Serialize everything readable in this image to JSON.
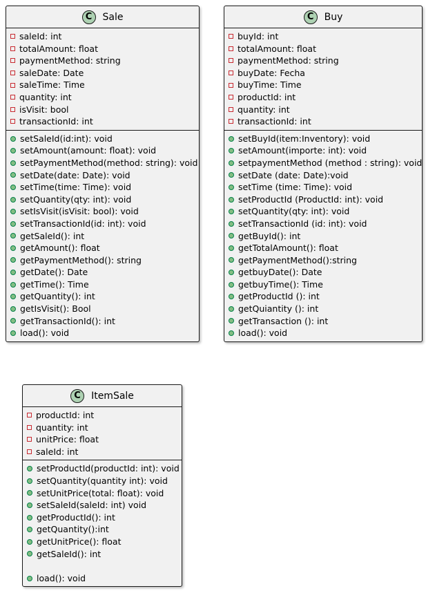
{
  "classes": [
    {
      "id": "sale",
      "stereotype_letter": "C",
      "name": "Sale",
      "fields": [
        "saleId: int",
        "totalAmount: float",
        "paymentMethod: string",
        "saleDate: Date",
        "saleTime: Time",
        "quantity: int",
        "isVisit: bool",
        "transactionId: int"
      ],
      "methods": [
        "setSaleId(id:int): void",
        "setAmount(amount: float): void",
        "setPaymentMethod(method: string): void",
        "setDate(date: Date): void",
        "setTime(time: Time): void",
        "setQuantity(qty: int): void",
        "setIsVisit(isVisit: bool): void",
        "setTransactionId(id: int): void",
        "getSaleId(): int",
        "getAmount(): float",
        "getPaymentMethod(): string",
        "getDate(): Date",
        "getTime(): Time",
        "getQuantity(): int",
        "getIsVisit(): Bool",
        "getTransactionId(): int",
        "load(): void"
      ]
    },
    {
      "id": "buy",
      "stereotype_letter": "C",
      "name": "Buy",
      "fields": [
        "buyId: int",
        "totalAmount: float",
        "paymentMethod: string",
        "buyDate: Fecha",
        "buyTime: Time",
        "productId: int",
        "quantity: int",
        "transactionId: int"
      ],
      "methods": [
        "setBuyId(item:Inventory): void",
        "setAmount(importe: int): void",
        "setpaymentMethod (method : string): void",
        "setDate (date: Date):void",
        "setTime (time: Time): void",
        "setProductId (ProductId: int): void",
        "setQuantity(qty: int): void",
        "setTransactionId (id: int): void",
        "getBuyId(): int",
        "getTotalAmount(): float",
        "getPaymentMethod():string",
        "getbuyDate(): Date",
        "getbuyTime(): Time",
        "getProductId (): int",
        "getQuiantity (): int",
        "getTransaction (): int",
        "load(): void"
      ]
    },
    {
      "id": "itemsale",
      "stereotype_letter": "C",
      "name": "ItemSale",
      "fields": [
        "productId: int",
        "quantity: int",
        "unitPrice: float",
        "saleId: int"
      ],
      "methods": [
        "setProductId(productId: int): void",
        "setQuantity(quantity int): void",
        "setUnitPrice(total: float): void",
        "setSaleId(saleId: int) void",
        "getProductId(): int",
        "getQuantity():int",
        "getUnitPrice(): float",
        "getSaleId(): int",
        "",
        "load(): void"
      ]
    }
  ]
}
